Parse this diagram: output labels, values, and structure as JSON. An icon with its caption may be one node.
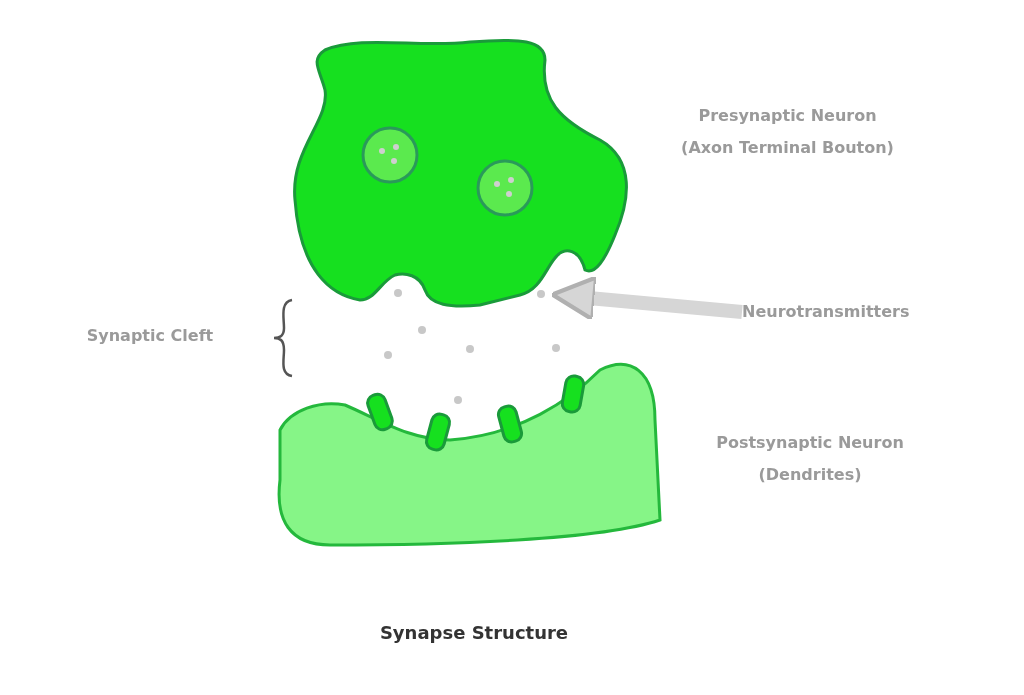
{
  "diagram": {
    "caption": "Synapse Structure",
    "nodes": [
      {
        "text": [
          "Neurotransmitters"
        ]
      },
      {
        "text": [],
        "shape": "circle"
      }
    ],
    "edges": [
      {
        "from": 0,
        "to": 1,
        "arrow": "to"
      }
    ],
    "labels": [
      "Presynaptic Neuron (Axon Terminal Bouton)",
      "Synaptic Cleft",
      "Postsynaptic Neuron (Dendrites)"
    ]
  }
}
